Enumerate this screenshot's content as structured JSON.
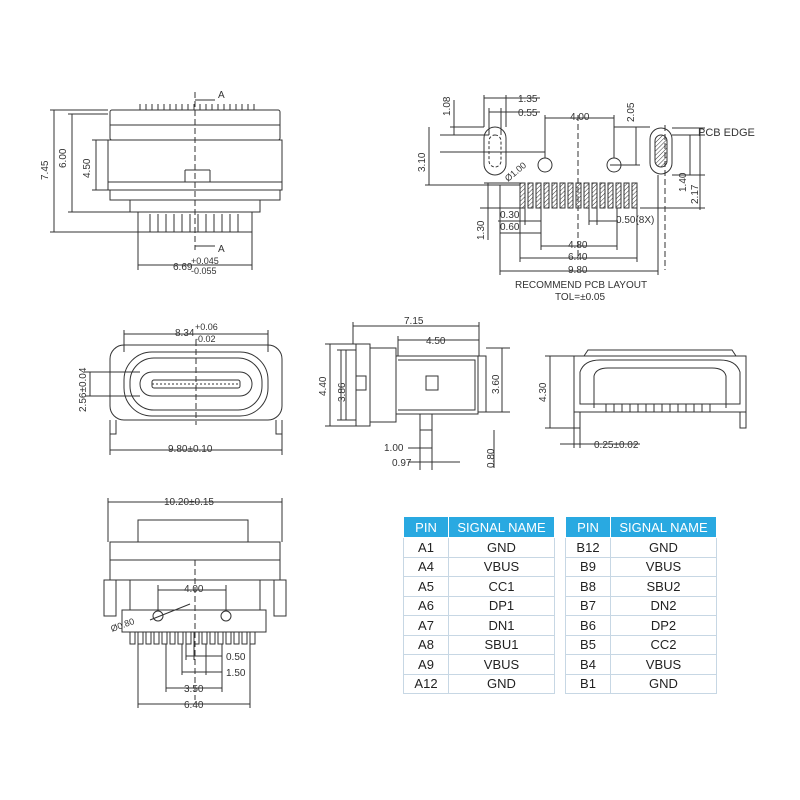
{
  "labels": {
    "section_a_top": "A",
    "section_a_bottom": "A",
    "pcb_edge": "PCB EDGE",
    "pcb_layout_title": "RECOMMEND PCB LAYOUT",
    "tolerance": "TOL=±0.05"
  },
  "dimensions": {
    "side_745": "7.45",
    "side_600": "6.00",
    "side_450": "4.50",
    "side_669": "6.69",
    "side_669_tol_plus": "+0.045",
    "side_669_tol_minus": "-0.055",
    "pcb_108": "1.08",
    "pcb_135": "1.35",
    "pcb_055": "0.55",
    "pcb_400": "4.00",
    "pcb_205": "2.05",
    "pcb_310": "3.10",
    "pcb_dia100": "Ø1.00",
    "pcb_140": "1.40",
    "pcb_217": "2.17",
    "pcb_130": "1.30",
    "pcb_030": "0.30",
    "pcb_060": "0.60",
    "pcb_050_8x": "0.50(8X)",
    "pcb_480": "4.80",
    "pcb_640": "6.40",
    "pcb_980": "9.80",
    "front_834": "8.34",
    "front_834_tol_plus": "+0.06",
    "front_834_tol_minus": "-0.02",
    "front_256": "2.56±0.04",
    "front_980": "9.80±0.10",
    "mid_715": "7.15",
    "mid_450": "4.50",
    "mid_440": "4.40",
    "mid_386": "3.86",
    "mid_360": "3.60",
    "mid_100": "1.00",
    "mid_097": "0.97",
    "mid_080": "0.80",
    "rear_430": "4.30",
    "rear_025": "0.25±0.02",
    "bottom_1020": "10.20±0.15",
    "bottom_400": "4.00",
    "bottom_dia080": "Ø0.80",
    "bottom_050": "0.50",
    "bottom_150": "1.50",
    "bottom_350": "3.50",
    "bottom_640": "6.40"
  },
  "pin_tables": {
    "header_pin": "PIN",
    "header_signal": "SIGNAL NAME",
    "table_a": [
      {
        "pin": "A1",
        "signal": "GND"
      },
      {
        "pin": "A4",
        "signal": "VBUS"
      },
      {
        "pin": "A5",
        "signal": "CC1"
      },
      {
        "pin": "A6",
        "signal": "DP1"
      },
      {
        "pin": "A7",
        "signal": "DN1"
      },
      {
        "pin": "A8",
        "signal": "SBU1"
      },
      {
        "pin": "A9",
        "signal": "VBUS"
      },
      {
        "pin": "A12",
        "signal": "GND"
      }
    ],
    "table_b": [
      {
        "pin": "B12",
        "signal": "GND"
      },
      {
        "pin": "B9",
        "signal": "VBUS"
      },
      {
        "pin": "B8",
        "signal": "SBU2"
      },
      {
        "pin": "B7",
        "signal": "DN2"
      },
      {
        "pin": "B6",
        "signal": "DP2"
      },
      {
        "pin": "B5",
        "signal": "CC2"
      },
      {
        "pin": "B4",
        "signal": "VBUS"
      },
      {
        "pin": "B1",
        "signal": "GND"
      }
    ]
  },
  "colors": {
    "line": "#333333",
    "table_header": "#29a9e1",
    "table_border": "#c7d7e4"
  }
}
